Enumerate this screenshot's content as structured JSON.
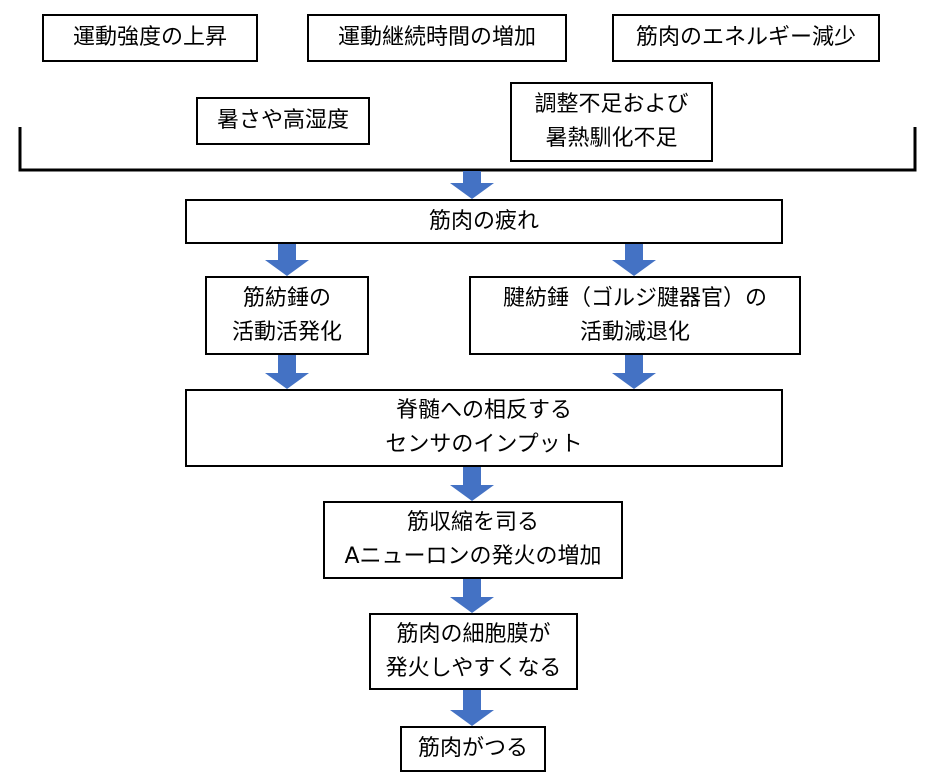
{
  "colors": {
    "arrow": "#4472C4",
    "border": "#000000",
    "background": "#ffffff"
  },
  "causes": {
    "c1": "運動強度の上昇",
    "c2": "運動継続時間の増加",
    "c3": "筋肉のエネルギー減少",
    "c4": "暑さや高湿度",
    "c5_line1": "調整不足および",
    "c5_line2": "暑熱馴化不足"
  },
  "flow": {
    "fatigue": "筋肉の疲れ",
    "spindle_line1": "筋紡錘の",
    "spindle_line2": "活動活発化",
    "golgi_line1": "腱紡錘（ゴルジ腱器官）の",
    "golgi_line2": "活動減退化",
    "input_line1": "脊髄への相反する",
    "input_line2": "センサのインプット",
    "neuron_line1": "筋収縮を司る",
    "neuron_line2": "Aニューロンの発火の増加",
    "membrane_line1": "筋肉の細胞膜が",
    "membrane_line2": "発火しやすくなる",
    "cramp": "筋肉がつる"
  }
}
